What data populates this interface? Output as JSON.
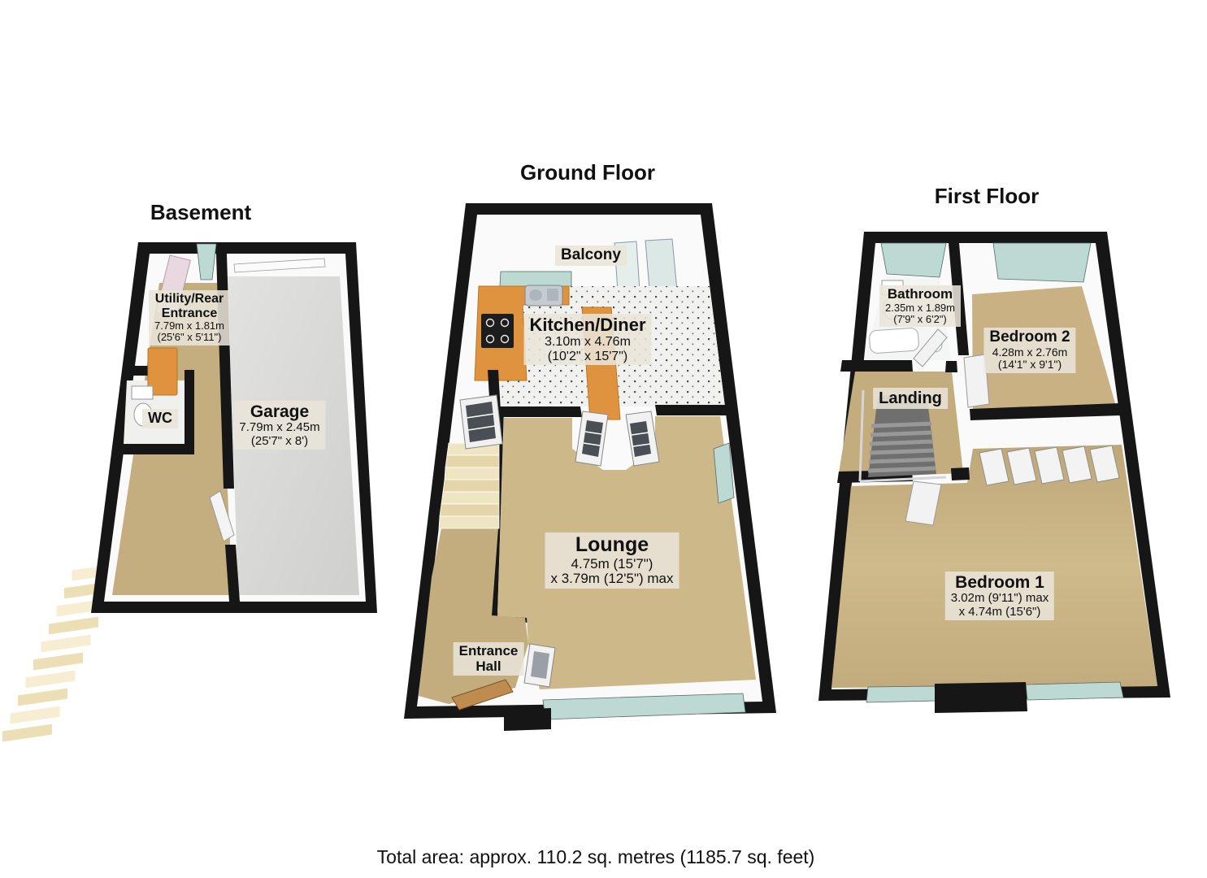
{
  "footer": {
    "total_area_text": "Total area: approx. 110.2 sq. metres (1185.7 sq. feet)"
  },
  "basement": {
    "title": "Basement",
    "utility": {
      "name_line1": "Utility/Rear",
      "name_line2": "Entrance",
      "dims_metric": "7.79m x 1.81m",
      "dims_imperial": "(25'6\" x 5'11\")"
    },
    "wc": {
      "name": "WC"
    },
    "garage": {
      "name": "Garage",
      "dims_metric": "7.79m x 2.45m",
      "dims_imperial": "(25'7\" x 8')"
    }
  },
  "ground_floor": {
    "title": "Ground Floor",
    "balcony": {
      "name": "Balcony"
    },
    "kitchen_diner": {
      "name": "Kitchen/Diner",
      "dims_metric": "3.10m x 4.76m",
      "dims_imperial": "(10'2\" x 15'7\")"
    },
    "lounge": {
      "name": "Lounge",
      "dims_line1": "4.75m (15'7\")",
      "dims_line2": "x 3.79m (12'5\") max"
    },
    "entrance_hall": {
      "name_line1": "Entrance",
      "name_line2": "Hall"
    }
  },
  "first_floor": {
    "title": "First Floor",
    "bathroom": {
      "name": "Bathroom",
      "dims_metric": "2.35m x 1.89m",
      "dims_imperial": "(7'9\" x 6'2\")"
    },
    "bedroom2": {
      "name": "Bedroom 2",
      "dims_metric": "4.28m x 2.76m",
      "dims_imperial": "(14'1\" x 9'1\")"
    },
    "landing": {
      "name": "Landing"
    },
    "bedroom1": {
      "name": "Bedroom 1",
      "dims_line1": "3.02m (9'11\") max",
      "dims_line2": "x 4.74m (15'6\")"
    }
  },
  "colors": {
    "wall": "#161616",
    "floor_tan": "#c9b183",
    "floor_lounge": "#cdb88a",
    "floor_gray": "#d9d9d7",
    "glass": "#bcd9d3",
    "counter_orange": "#e0933e",
    "label_bg": "#e9e5d9"
  }
}
